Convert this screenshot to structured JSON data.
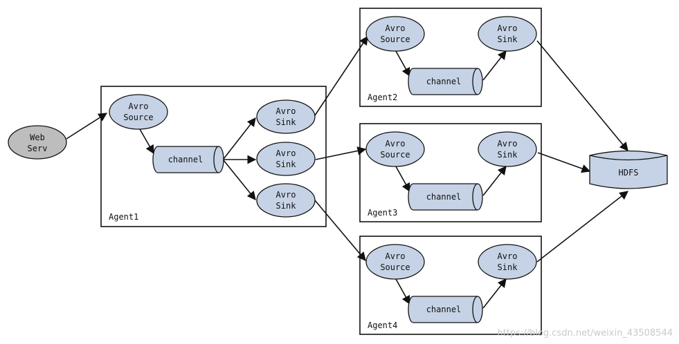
{
  "web_serv": {
    "line1": "Web",
    "line2": "Serv"
  },
  "agents": [
    {
      "name": "Agent1"
    },
    {
      "name": "Agent2"
    },
    {
      "name": "Agent3"
    },
    {
      "name": "Agent4"
    }
  ],
  "avro_source": {
    "line1": "Avro",
    "line2": "Source"
  },
  "avro_sink": {
    "line1": "Avro",
    "line2": "Sink"
  },
  "channel": "channel",
  "hdfs": "HDFS",
  "watermark": "https://blog.csdn.net/weixin_43508544"
}
